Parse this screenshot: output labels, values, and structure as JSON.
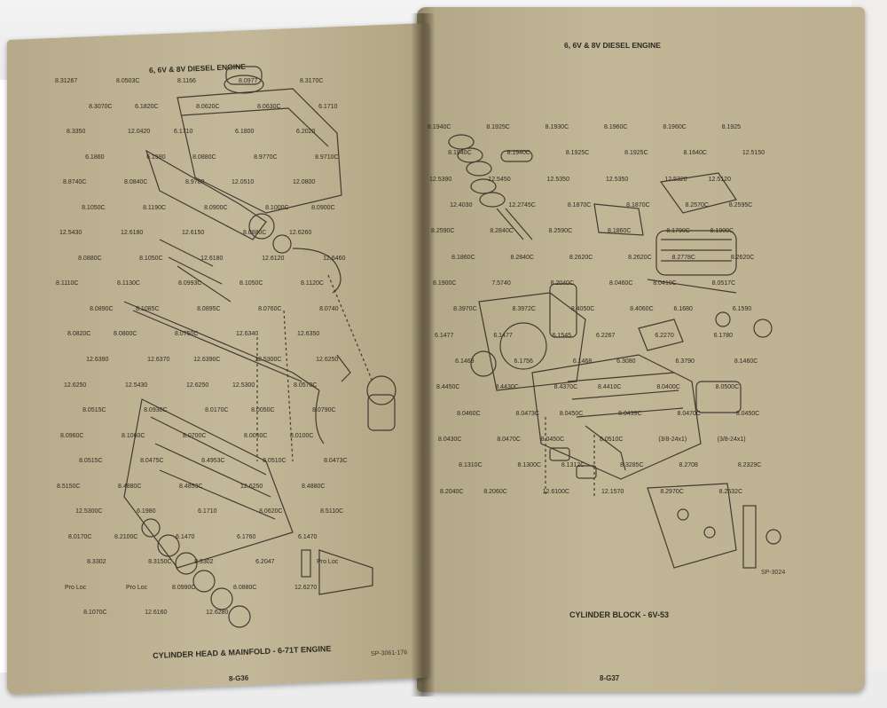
{
  "left_page": {
    "header": "6, 6V & 8V DIESEL ENGINE",
    "caption": "CYLINDER HEAD & MAINFOLD - 6-71T ENGINE",
    "ref_code": "SP-3061-176",
    "page_number": "8-G36",
    "part_labels": [
      "8.31267",
      "8.0503C",
      "8.1166",
      "8.0977",
      "8.3170C",
      "8.3070C",
      "6.1820C",
      "8.0620C",
      "8.0630C",
      "6.1710",
      "8.3350",
      "12.0420",
      "6.1710",
      "6.1800",
      "6.2020",
      "6.1860",
      "6.1580",
      "8.0880C",
      "8.9770C",
      "8.9710C",
      "8.8740C",
      "8.0840C",
      "8.9780",
      "12.0510",
      "12.0800",
      "8.1050C",
      "8.1190C",
      "8.0900C",
      "8.1000C",
      "8.0900C",
      "12.5430",
      "12.6180",
      "12.6150",
      "8.0880C",
      "12.6260",
      "8.0880C",
      "8.1050C",
      "12.6180",
      "12.6120",
      "12.6460",
      "8.1110C",
      "8.1130C",
      "8.0993C",
      "8.1050C",
      "8.1120C",
      "8.0890C",
      "8.1085C",
      "8.0895C",
      "8.0760C",
      "8.0740",
      "8.0820C",
      "8.0800C",
      "8.0750C",
      "12.6340",
      "12.6350",
      "12.6390",
      "12.6370",
      "12.6390C",
      "12.5300C",
      "12.6250",
      "12.6250",
      "12.5430",
      "12.6250",
      "12.5300",
      "8.0570C",
      "8.0515C",
      "8.0930C",
      "8.0170C",
      "8.0050C",
      "8.0790C",
      "8.0960C",
      "8.1060C",
      "8.0700C",
      "8.0050C",
      "8.0100C",
      "8.0515C",
      "8.0475C",
      "8.4953C",
      "8.0510C",
      "8.0473C",
      "8.5150C",
      "8.4880C",
      "8.4853C",
      "12.6250",
      "8.4880C",
      "12.5300C",
      "6.1980",
      "6.1710",
      "8.0620C",
      "8.5110C",
      "8.0170C",
      "8.2100C",
      "6.1470",
      "6.1760",
      "6.1470",
      "8.3302",
      "8.3150C",
      "8.3302",
      "6.2047",
      "Pro Loc",
      "Pro Loc",
      "Pro Loc",
      "8.0990C",
      "8.0880C",
      "12.6270",
      "8.1070C",
      "12.6160",
      "12.6280"
    ]
  },
  "right_page": {
    "header": "6, 6V & 8V DIESEL ENGINE",
    "caption": "CYLINDER BLOCK - 6V-53",
    "ref_code": "SP-3024",
    "page_number": "8-G37",
    "part_labels": [
      "8.1940C",
      "8.1925C",
      "8.1930C",
      "8.1960C",
      "8.1960C",
      "8.1925",
      "8.1940C",
      "8.1940C",
      "8.1925C",
      "8.1925C",
      "8.1640C",
      "12.5150",
      "12.5390",
      "12.5450",
      "12.5350",
      "12.5350",
      "12.5320",
      "12.5120",
      "12.4030",
      "12.2745C",
      "8.1870C",
      "8.1870C",
      "8.2570C",
      "8.2595C",
      "8.2590C",
      "8.2840C",
      "8.2590C",
      "8.1860C",
      "8.1790C",
      "8.1900C",
      "8.1860C",
      "8.2840C",
      "8.2620C",
      "8.2620C",
      "8.2778C",
      "8.2620C",
      "8.1900C",
      "7.5740",
      "8.2040C",
      "8.0460C",
      "8.0410C",
      "8.0517C",
      "8.3970C",
      "8.3972C",
      "8.4050C",
      "8.4060C",
      "6.1680",
      "6.1590",
      "6.1477",
      "6.1477",
      "6.1545",
      "6.2267",
      "6.2270",
      "6.1780",
      "6.1469",
      "6.1756",
      "6.1468",
      "6.3080",
      "6.3790",
      "8.1460C",
      "8.4450C",
      "8.4430C",
      "8.4370C",
      "8.4410C",
      "8.0400C",
      "8.0500C",
      "8.0460C",
      "8.0473C",
      "8.0450C",
      "8.0439C",
      "8.0470C",
      "8.0450C",
      "8.0430C",
      "8.0470C",
      "8.0450C",
      "8.0510C",
      "(3/8-24x1)",
      "(3/8-24x1)",
      "8.1310C",
      "8.1300C",
      "8.1312C",
      "8.3285C",
      "8.2708",
      "8.2329C",
      "8.2040C",
      "8.2060C",
      "12.6100C",
      "12.1570",
      "8.2970C",
      "8.2532C"
    ]
  }
}
